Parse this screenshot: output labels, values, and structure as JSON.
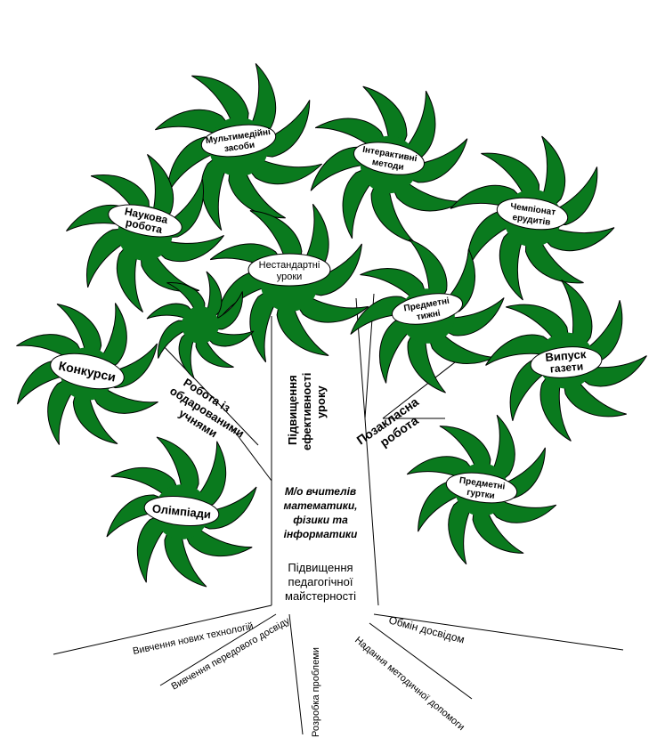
{
  "center": {
    "line1": "М/о вчителів",
    "line2": "математики,",
    "line3": "фізики та",
    "line4": "інформатики"
  },
  "trunk": {
    "efficiency_line1": "Підвищення",
    "efficiency_line2": "ефективності",
    "efficiency_line3": "уроку",
    "extracurricular_line1": "Позакласна",
    "extracurricular_line2": "робота",
    "gifted_line1": "Робота із",
    "gifted_line2": "обдарованими",
    "gifted_line3": "учнями",
    "mastery_line1": "Підвищення",
    "mastery_line2": "педагогічної",
    "mastery_line3": "майстерності"
  },
  "flowers": {
    "multimedia_line1": "Мультимедійні",
    "multimedia_line2": "засоби",
    "interactive_line1": "Інтерактивні",
    "interactive_line2": "методи",
    "championship_line1": "Чемпіонат",
    "championship_line2": "ерудитів",
    "science_line1": "Наукова",
    "science_line2": "робота",
    "nonstandard_line1": "Нестандартні",
    "nonstandard_line2": "уроки",
    "subject_weeks_line1": "Предметні",
    "subject_weeks_line2": "тижні",
    "contests": "Конкурси",
    "newspaper_line1": "Випуск",
    "newspaper_line2": "газети",
    "olympiads": "Олімпіади",
    "clubs_line1": "Предметні",
    "clubs_line2": "гуртки"
  },
  "roots": {
    "new_tech": "Вивчення нових технологій",
    "best_practice": "Вивчення передового досвіду",
    "problem": "Розробка проблеми",
    "exchange": "Обмін досвідом",
    "method_help": "Надання методичної допомоги"
  },
  "colors": {
    "leaf_fill": "#0a7a1e",
    "leaf_stroke": "#000000",
    "label_fill": "#ffffff",
    "line": "#000000"
  }
}
